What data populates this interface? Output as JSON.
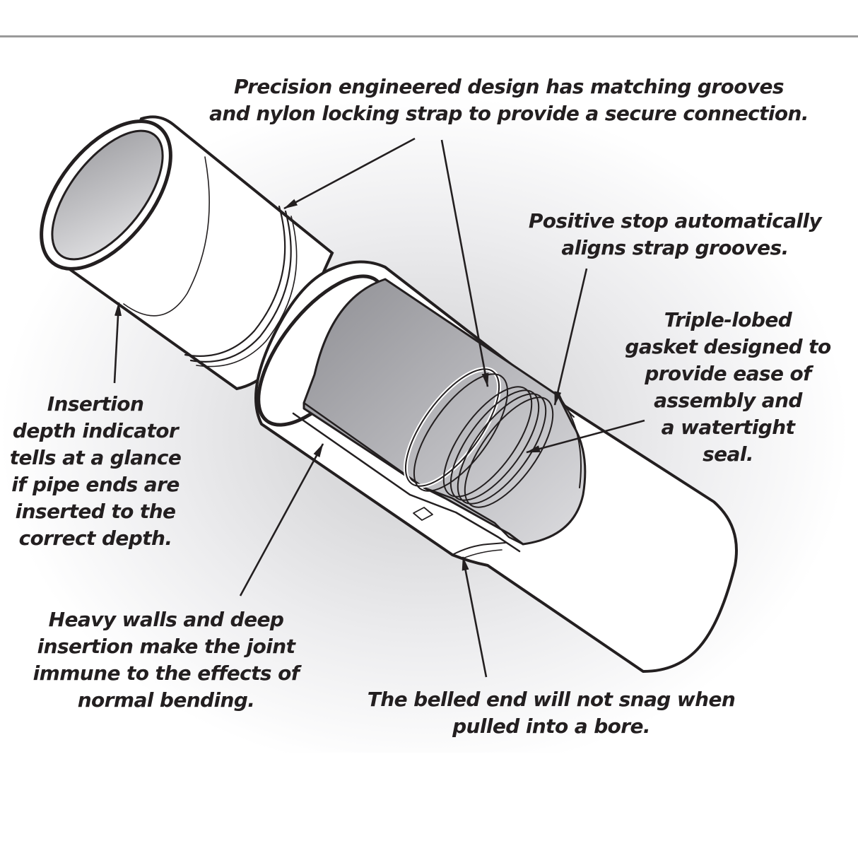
{
  "callouts": {
    "grooves": "Precision engineered design has matching grooves\nand nylon locking strap to provide a secure connection.",
    "stop": "Positive stop automatically\naligns strap grooves.",
    "gasket": "Triple-lobed\ngasket designed to\nprovide ease of\nassembly and\na watertight\nseal.",
    "insertion": "Insertion\ndepth indicator\ntells at a glance\nif pipe ends are\ninserted to the\ncorrect depth.",
    "walls": "Heavy walls and deep\ninsertion make the joint\nimmune to the effects of\nnormal bending.",
    "belled": "The belled end will not snag when\npulled into a bore."
  },
  "colors": {
    "ink": "#231f20",
    "pipe_fill": "#ffffff",
    "pipe_interior": "#b9b9bc",
    "halo": "#d0d0d3",
    "rule": "#9a9a9a"
  }
}
